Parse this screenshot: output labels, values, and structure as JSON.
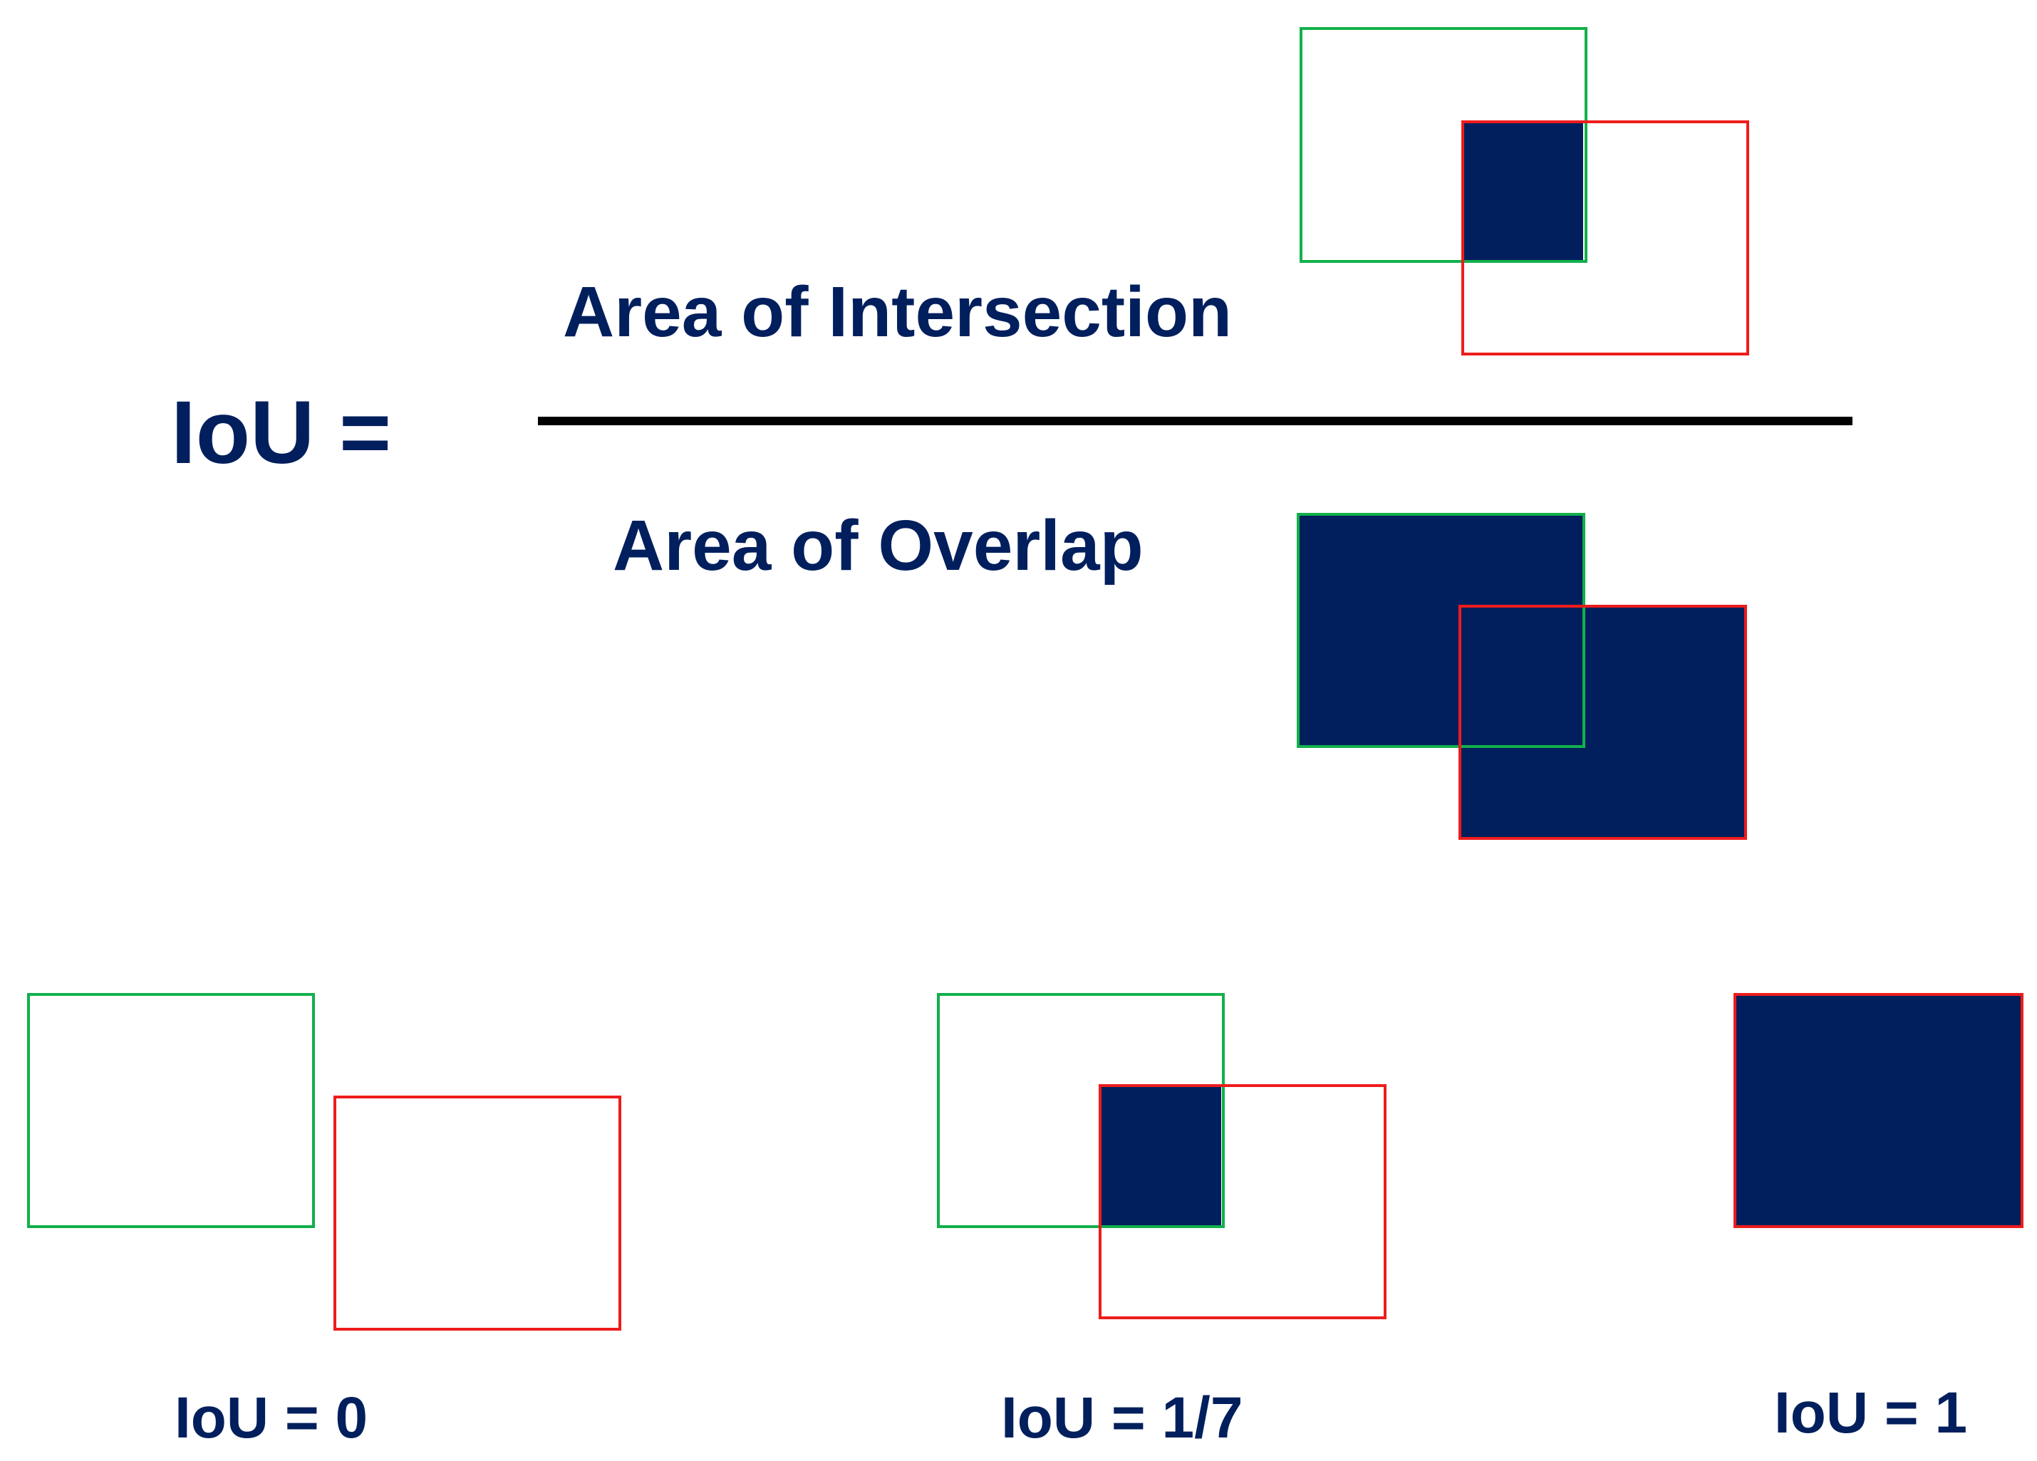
{
  "formula": {
    "lhs": "IoU =",
    "numerator": "Area of Intersection",
    "denominator": "Area of Overlap"
  },
  "examples": [
    {
      "label": "IoU = 0"
    },
    {
      "label": "IoU = 1/7"
    },
    {
      "label": "IoU = 1"
    }
  ],
  "colors": {
    "text": "#021f5d",
    "fill": "#021f5d",
    "ground_truth_box": "#12b04b",
    "prediction_box": "#ee1c1c",
    "fraction_bar": "#000000"
  }
}
